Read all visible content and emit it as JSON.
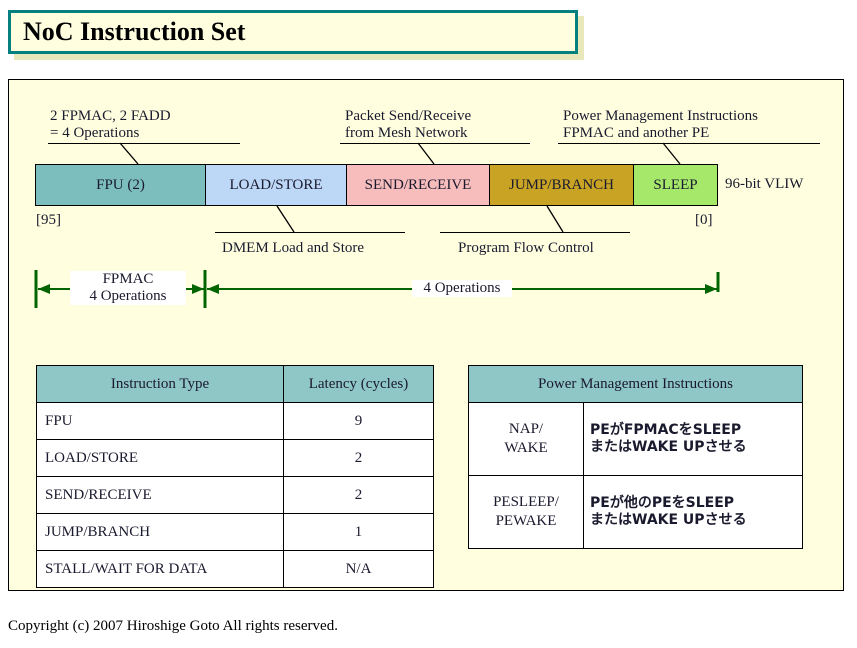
{
  "title": "NoC Instruction Set",
  "diagram": {
    "top_callouts": [
      {
        "line1": "2 FPMAC, 2 FADD",
        "line2": "= 4 Operations"
      },
      {
        "line1": "Packet Send/Receive",
        "line2": "from Mesh Network"
      },
      {
        "line1": "Power Management Instructions",
        "line2": "FPMAC and another PE"
      }
    ],
    "bottom_callouts": [
      {
        "text": "DMEM Load and Store"
      },
      {
        "text": "Program Flow Control"
      }
    ],
    "segments": [
      {
        "label": "FPU (2)",
        "color": "#7cbdbd"
      },
      {
        "label": "LOAD/STORE",
        "color": "#bdd7f7"
      },
      {
        "label": "SEND/RECEIVE",
        "color": "#f7bcbc"
      },
      {
        "label": "JUMP/BRANCH",
        "color": "#c9a424"
      },
      {
        "label": "SLEEP",
        "color": "#a6e86a"
      }
    ],
    "bit_high": "[95]",
    "bit_low": "[0]",
    "width_label": "96-bit VLIW",
    "span_left": {
      "line1": "FPMAC",
      "line2": "4 Operations"
    },
    "span_right": {
      "line1": "4 Operations"
    },
    "arrow_color": "#006400"
  },
  "latency_table": {
    "headers": [
      "Instruction Type",
      "Latency (cycles)"
    ],
    "rows": [
      [
        "FPU",
        "9"
      ],
      [
        "LOAD/STORE",
        "2"
      ],
      [
        "SEND/RECEIVE",
        "2"
      ],
      [
        "JUMP/BRANCH",
        "1"
      ],
      [
        "STALL/WAIT FOR DATA",
        "N/A"
      ]
    ],
    "header_color": "#8fc6c6"
  },
  "power_table": {
    "header": "Power Management Instructions",
    "rows": [
      {
        "key_line1": "NAP/",
        "key_line2": "WAKE",
        "desc_line1": "PEがFPMACをSLEEP",
        "desc_line2": "またはWAKE UPさせる"
      },
      {
        "key_line1": "PESLEEP/",
        "key_line2": "PEWAKE",
        "desc_line1": "PEが他のPEをSLEEP",
        "desc_line2": "またはWAKE UPさせる"
      }
    ],
    "header_color": "#8fc6c6"
  },
  "copyright": "Copyright (c) 2007 Hiroshige Goto All rights reserved."
}
